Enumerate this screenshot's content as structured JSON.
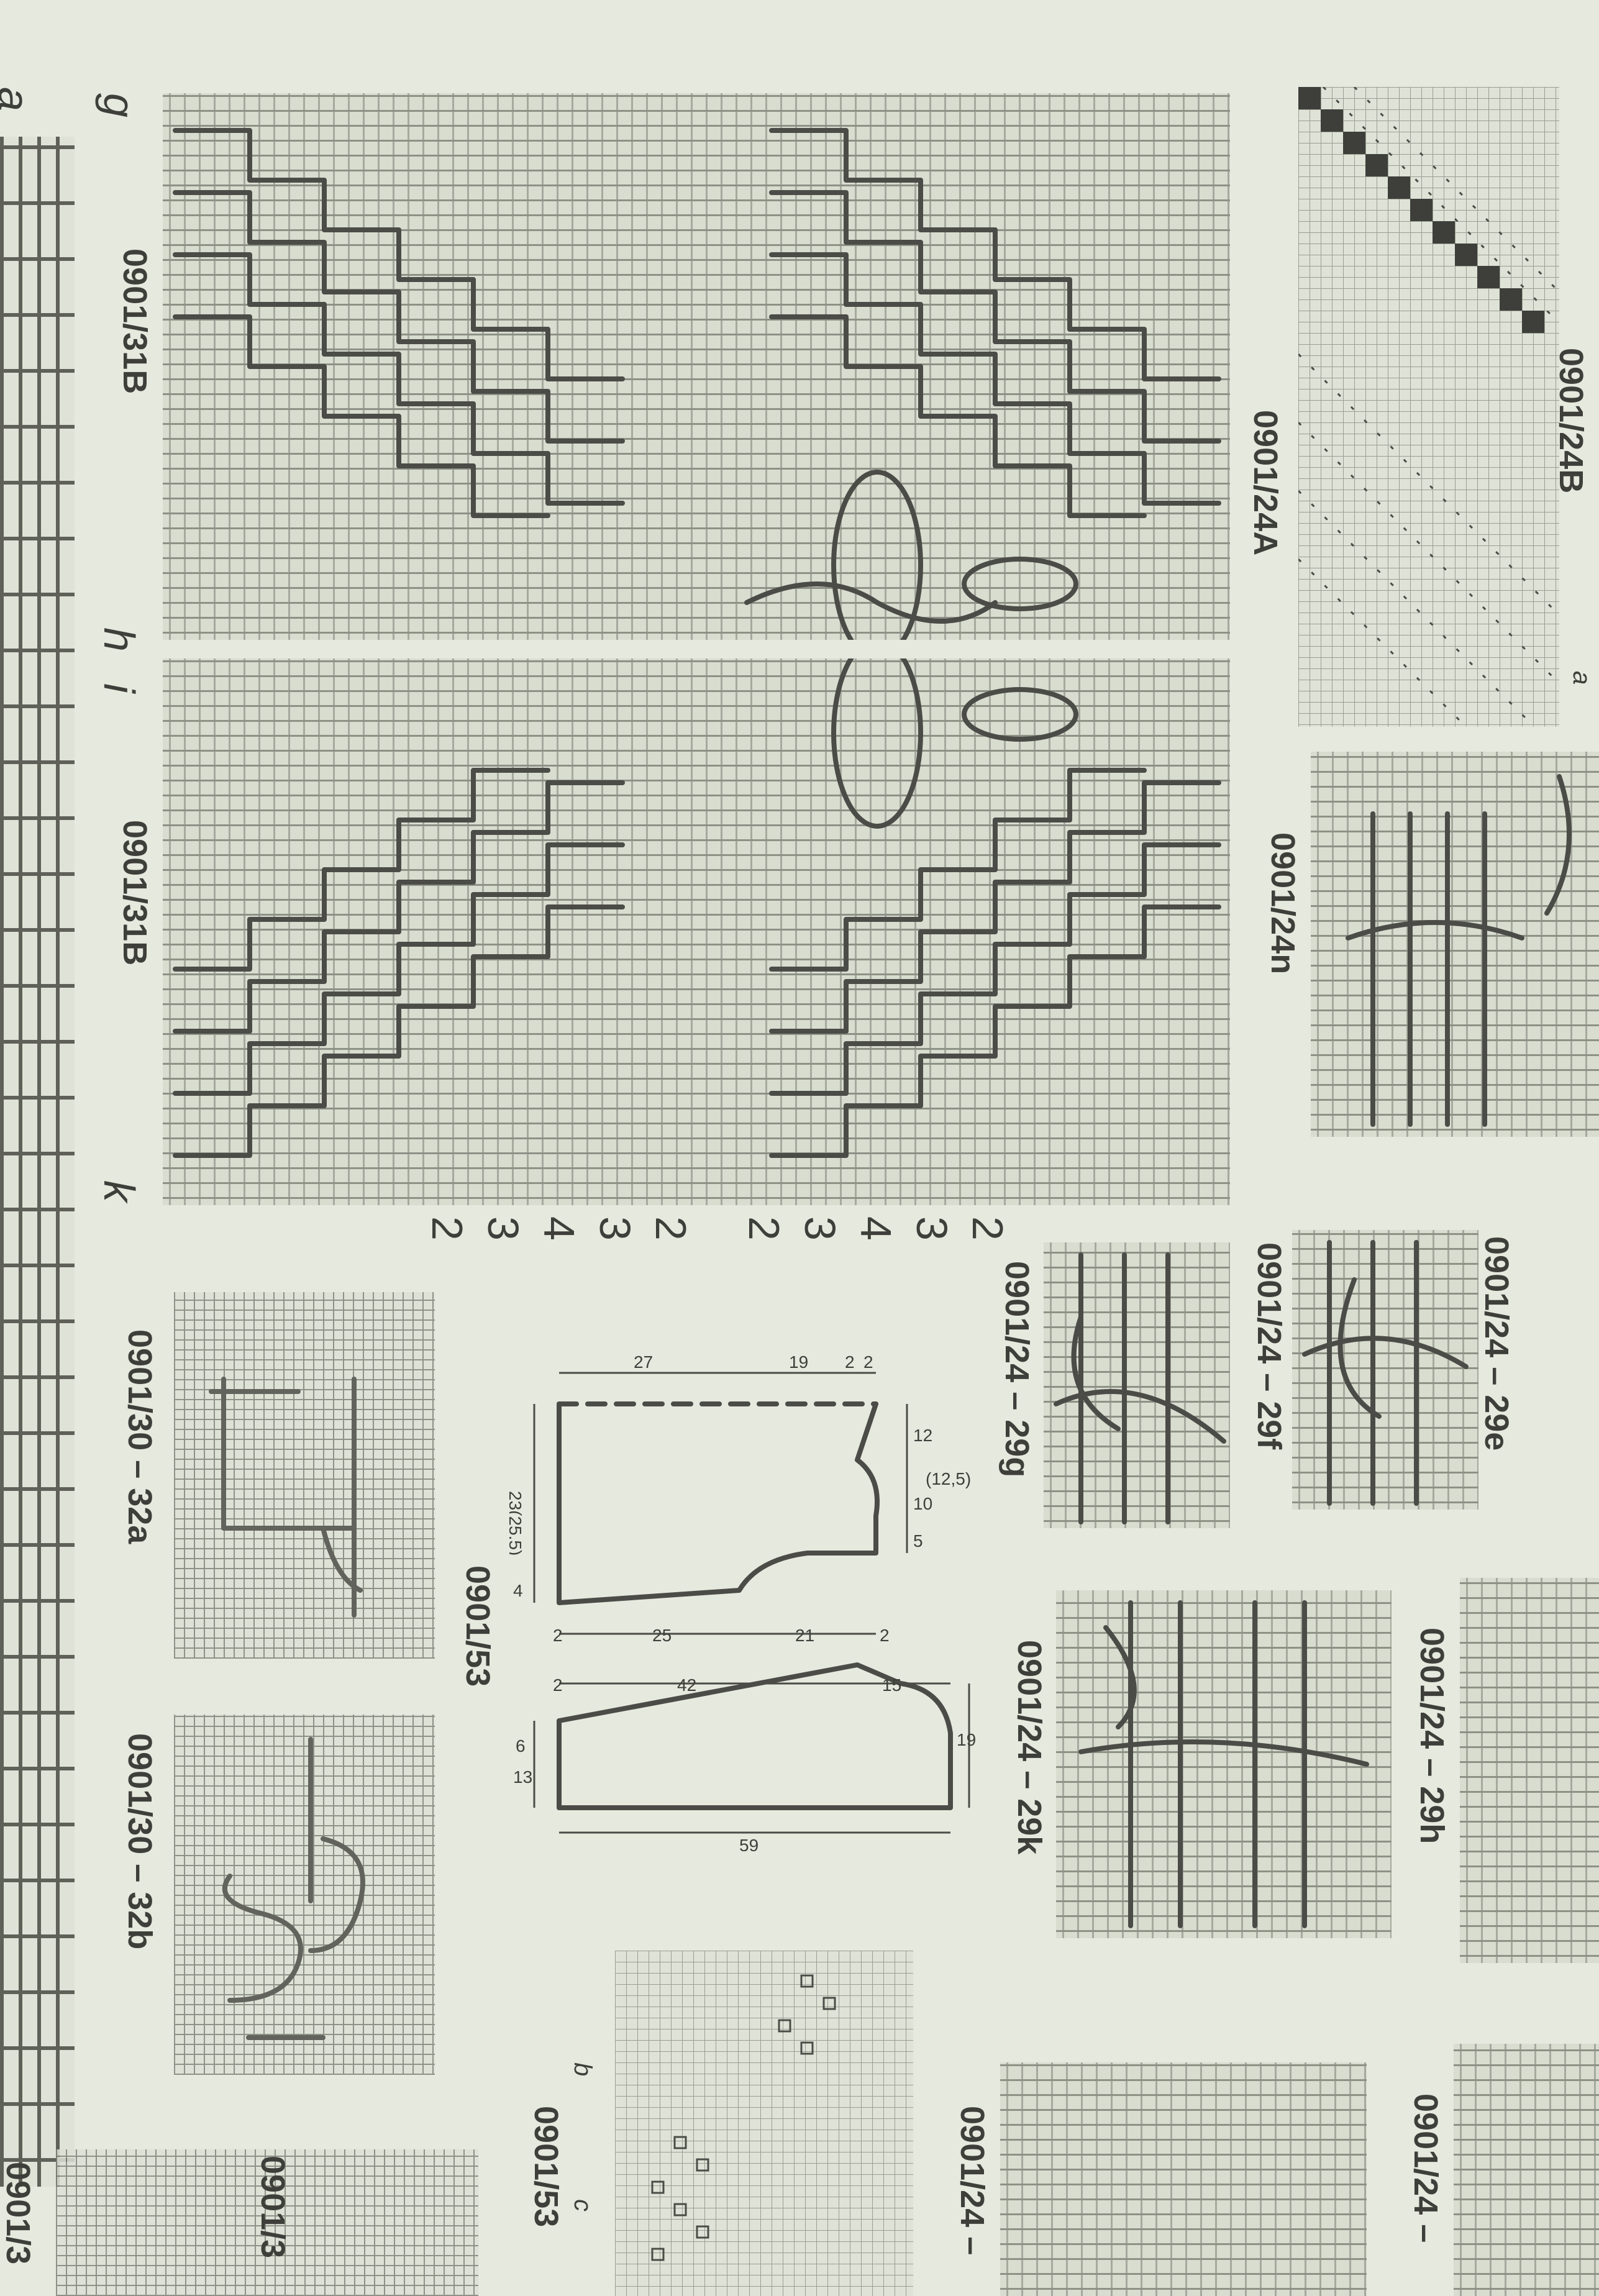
{
  "labels": {
    "p31b_top": "0901/31B",
    "p31b_bottom": "0901/31B",
    "p24a": "0901/24A",
    "p24b": "0901/24B",
    "p24n": "0901/24n",
    "p29e": "0901/24 – 29e",
    "p29f": "0901/24 – 29f",
    "p29g": "0901/24 – 29g",
    "p29h": "0901/24 – 29h",
    "p29k": "0901/24 – 29k",
    "p24_bottom_left": "0901/24 –",
    "p24_bottom_right": "0901/24 –",
    "p32a": "0901/30 – 32a",
    "p32b": "0901/30 – 32b",
    "p30_bottom": "0901/3",
    "p53_pattern": "0901/53",
    "p53_chart": "0901/53"
  },
  "markers": {
    "a_left": "a",
    "a_right": "a",
    "g": "g",
    "h": "h",
    "i": "i",
    "k": "k",
    "b": "b",
    "c": "c"
  },
  "stitch_counts": [
    "2",
    "3",
    "4",
    "3",
    "2",
    "2",
    "3",
    "4",
    "3",
    "2"
  ],
  "dimensions": {
    "top_a": "27",
    "top_b": "19",
    "top_c": "2",
    "top_d": "2",
    "left_a": "23(25,5)",
    "left_b": "4",
    "right_a": "12",
    "right_b": "(12,5)",
    "right_c": "10",
    "right_d": "5",
    "mid_a": "2",
    "mid_b": "25",
    "mid_c": "21",
    "mid_d": "2",
    "sleeve_a": "2",
    "sleeve_b": "42",
    "sleeve_c": "15",
    "sleeve_left_a": "6",
    "sleeve_left_b": "13",
    "sleeve_right": "19",
    "sleeve_bottom": "59"
  }
}
